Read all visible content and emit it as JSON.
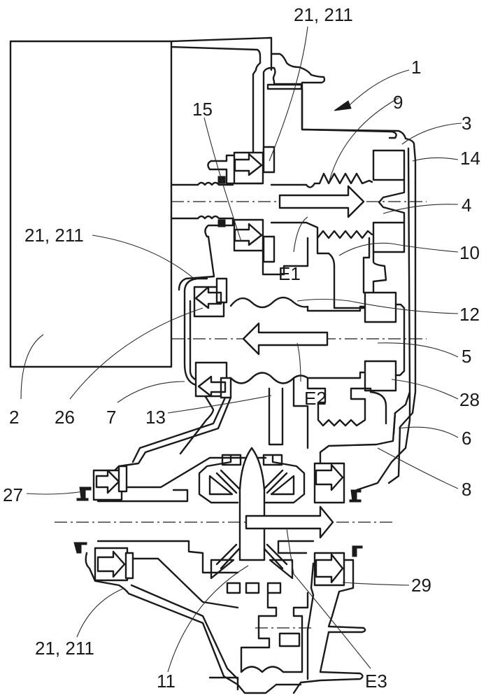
{
  "figure": {
    "title": "Transmission arrangement cross-section",
    "colors": {
      "line": "#1a1a1a",
      "background": "#ffffff"
    },
    "labels": {
      "l1": "1",
      "l2": "2",
      "l3": "3",
      "l4": "4",
      "l5": "5",
      "l6": "6",
      "l7": "7",
      "l8": "8",
      "l9": "9",
      "l10": "10",
      "l11": "11",
      "l12": "12",
      "l13": "13",
      "l14": "14",
      "l15": "15",
      "l26": "26",
      "l27": "27",
      "l28": "28",
      "l29": "29",
      "l21_top": "21, 211",
      "l21_left": "21, 211",
      "l21_bottom": "21, 211",
      "e1": "E1",
      "e2": "E2",
      "e3": "E3"
    },
    "flow_arrows": [
      {
        "id": "E1",
        "direction": "right"
      },
      {
        "id": "E2",
        "direction": "left"
      },
      {
        "id": "E3",
        "direction": "right"
      }
    ]
  }
}
